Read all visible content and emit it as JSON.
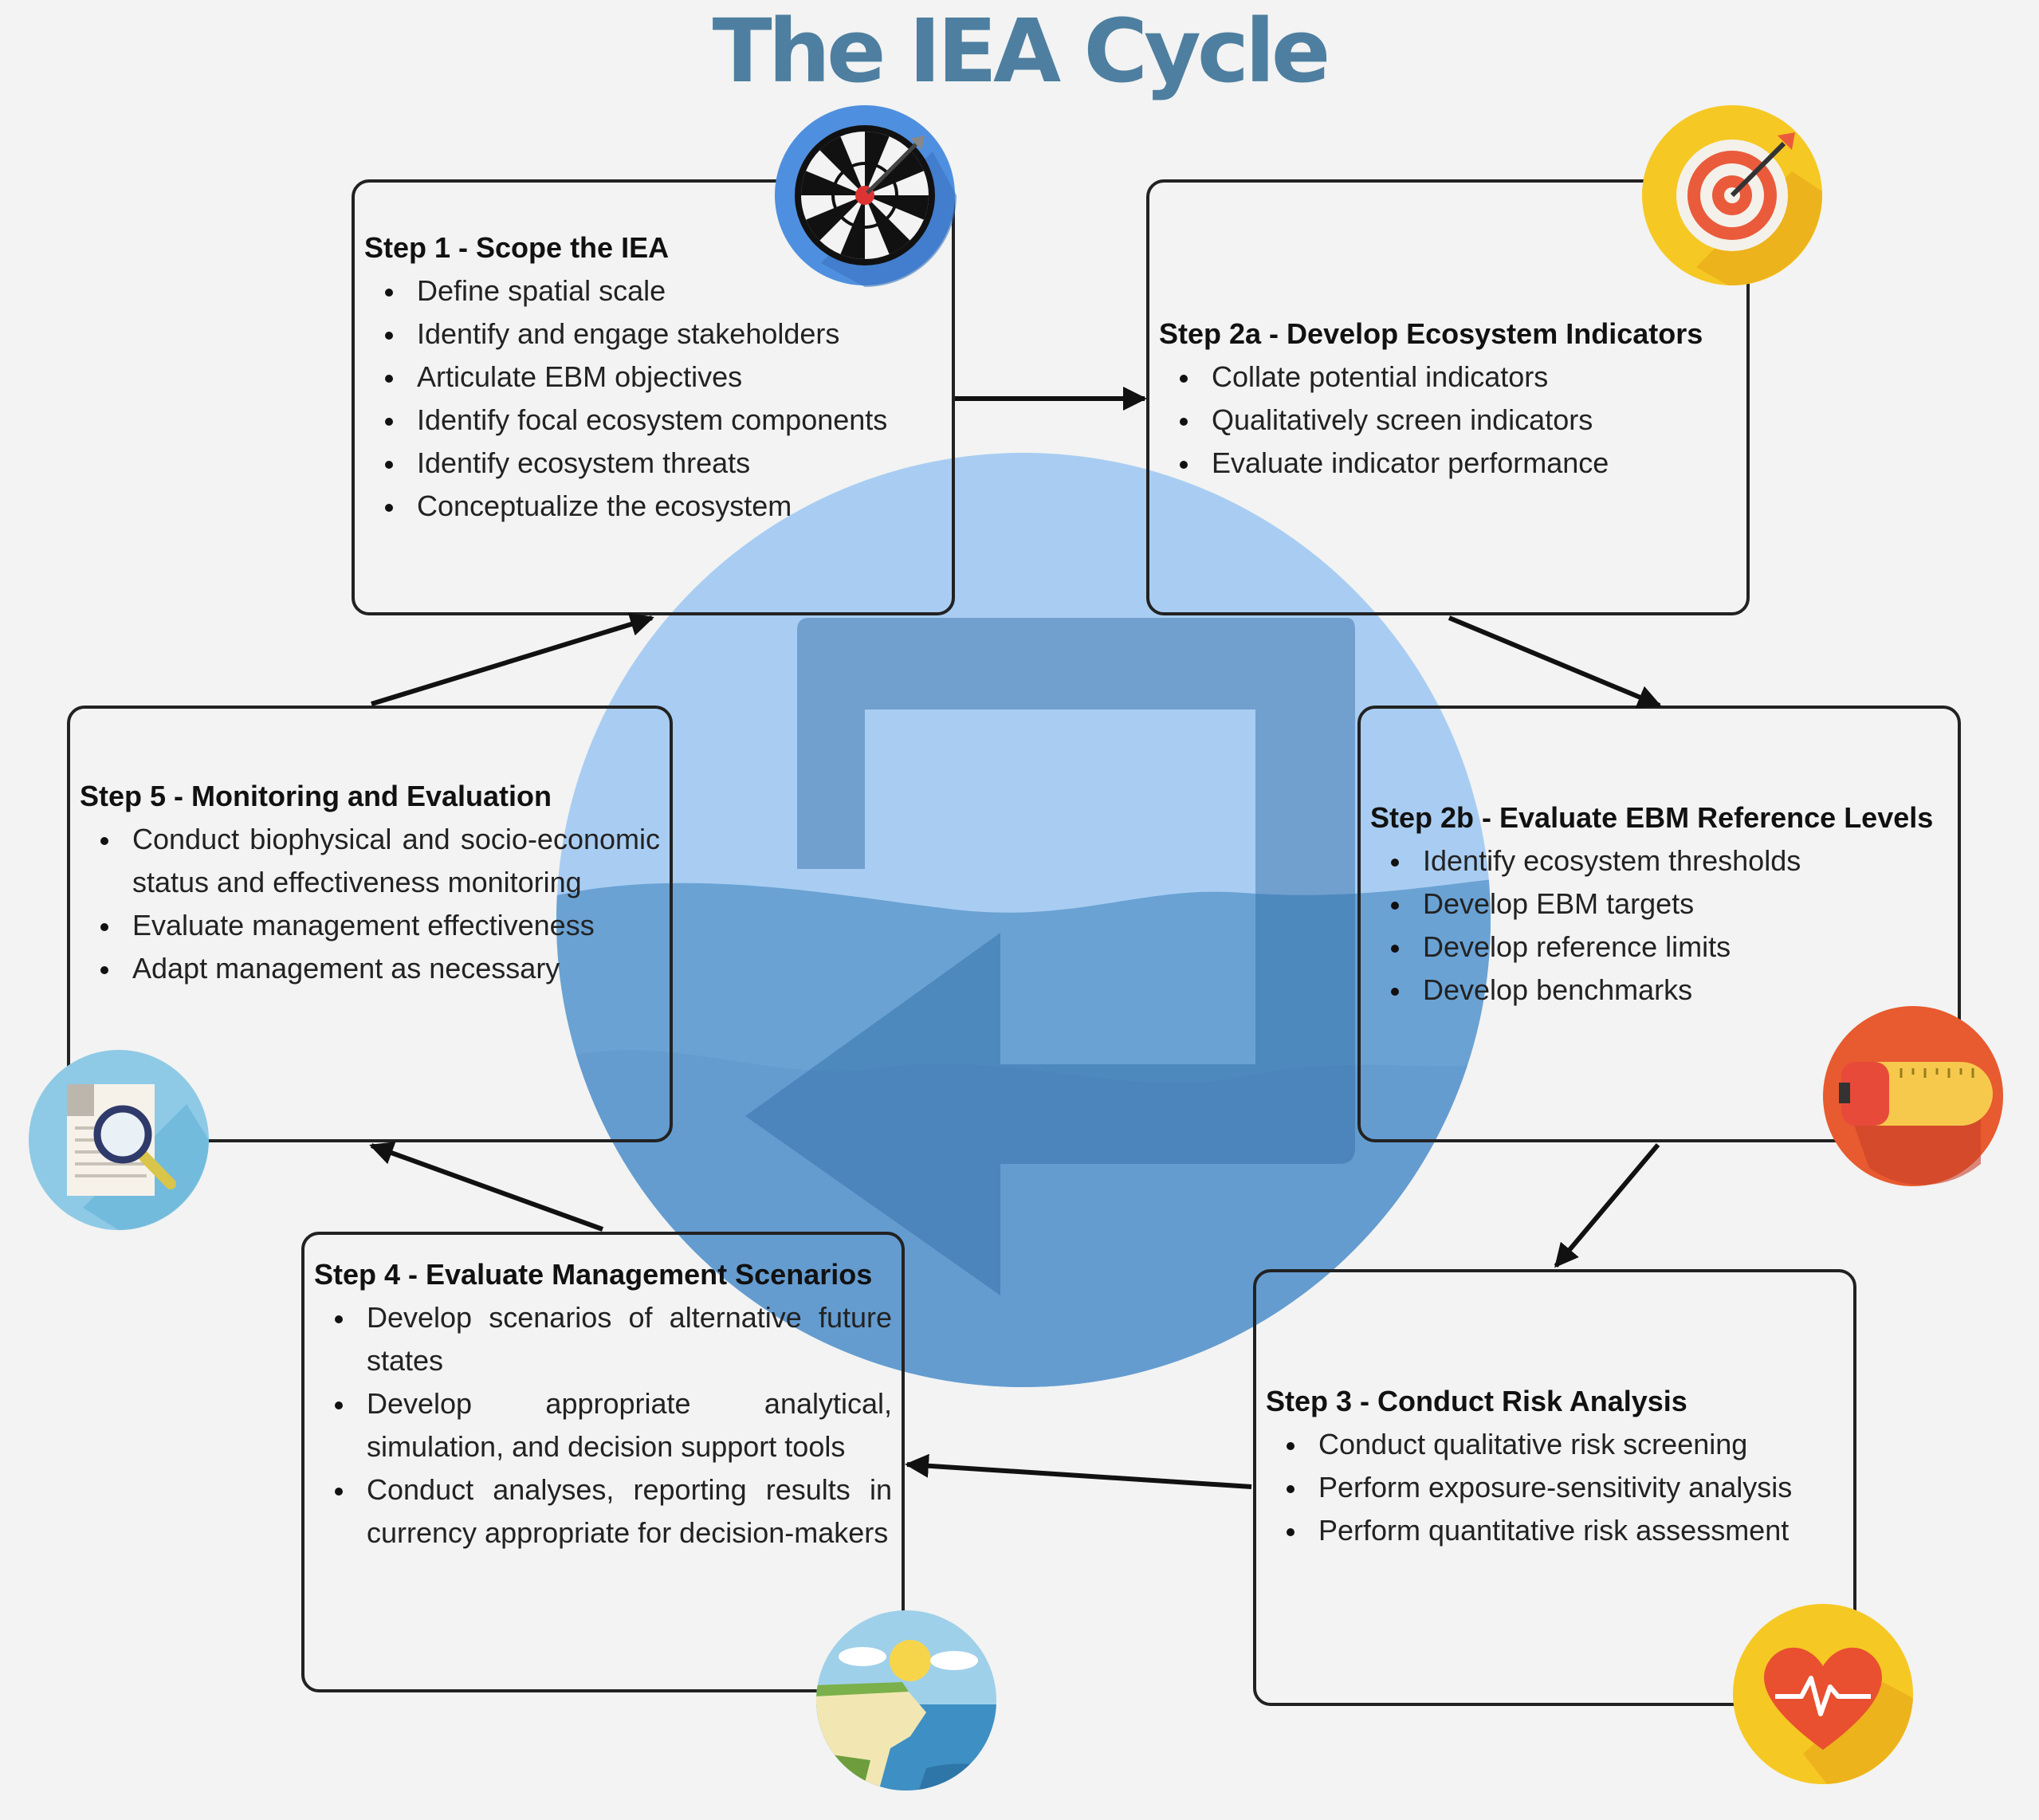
{
  "title": "The IEA Cycle",
  "colors": {
    "title": "#4e7fa0",
    "circle_light": "#a9cdf2",
    "circle_mid": "#6aa2d4",
    "circle_dark": "#3f7dba",
    "arrow_symbol": "#2c6aa4"
  },
  "steps": [
    {
      "title": "Step 1 - Scope the IEA",
      "items": [
        "Define spatial scale",
        "Identify and engage stakeholders",
        "Articulate EBM objectives",
        "Identify focal ecosystem components",
        "Identify ecosystem threats",
        "Conceptualize the ecosystem"
      ],
      "icon": "dartboard-icon"
    },
    {
      "title": "Step 2a - Develop Ecosystem Indicators",
      "items": [
        "Collate potential indicators",
        "Qualitatively screen indicators",
        "Evaluate indicator performance"
      ],
      "icon": "target-arrow-icon"
    },
    {
      "title": "Step 2b - Evaluate EBM Reference Levels",
      "items": [
        "Identify ecosystem thresholds",
        "Develop EBM targets",
        "Develop reference limits",
        "Develop benchmarks"
      ],
      "icon": "tape-measure-icon"
    },
    {
      "title": "Step 3 - Conduct Risk Analysis",
      "items": [
        "Conduct qualitative risk screening",
        "Perform exposure-sensitivity analysis",
        "Perform quantitative risk assessment"
      ],
      "icon": "heart-pulse-icon"
    },
    {
      "title": "Step 4 - Evaluate Management Scenarios",
      "items": [
        "Develop scenarios of alternative future states",
        "Develop appropriate analytical, simulation, and decision support tools",
        "Conduct analyses, reporting results in currency appropriate for decision-makers"
      ],
      "icon": "coastal-landscape-icon"
    },
    {
      "title": "Step 5 - Monitoring and Evaluation",
      "items": [
        "Conduct biophysical and socio-economic status and effectiveness monitoring",
        "Evaluate management effectiveness",
        "Adapt management as necessary"
      ],
      "icon": "magnifier-document-icon"
    }
  ]
}
